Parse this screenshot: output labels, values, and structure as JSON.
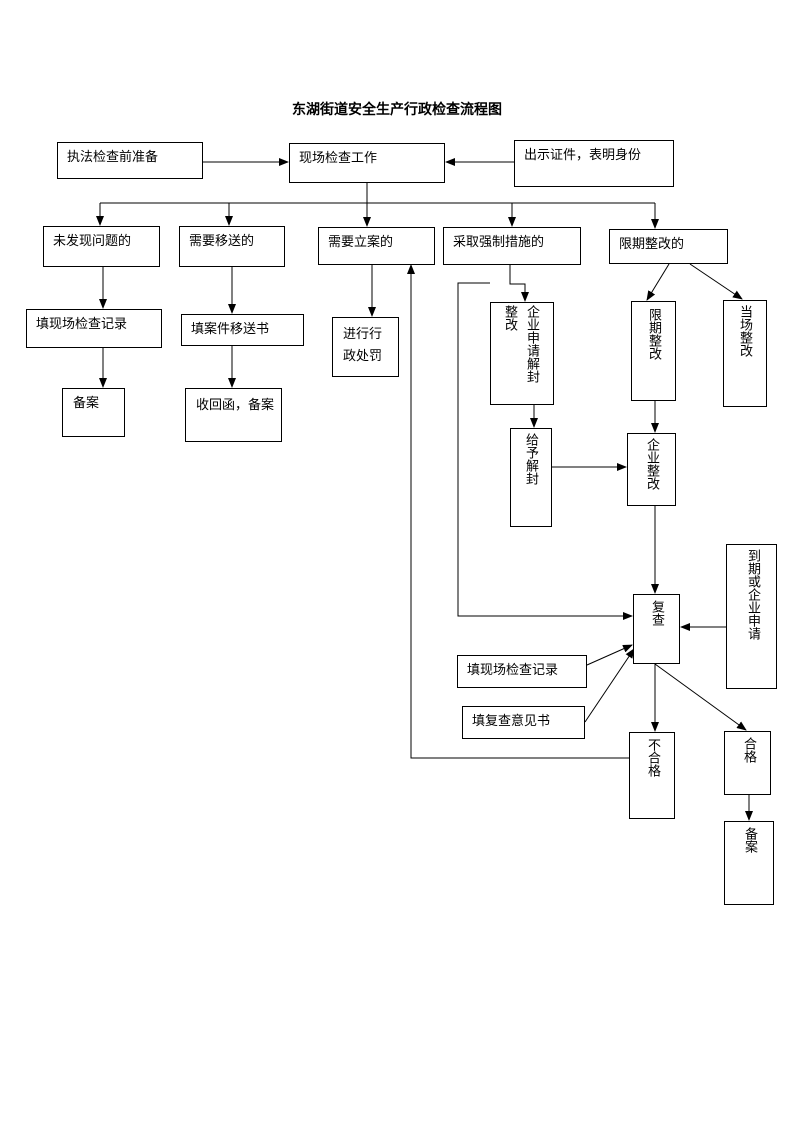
{
  "title": "东湖街道安全生产行政检查流程图",
  "nodes": {
    "prep": "执法检查前准备",
    "onsite": "现场检查工作",
    "id": "出示证件，表明身份",
    "no_issue": "未发现问题的",
    "transfer": "需要移送的",
    "case": "需要立案的",
    "force": "采取强制措施的",
    "deadline": "限期整改的",
    "fill_record1": "填现场检查记录",
    "fill_transfer": "填案件移送书",
    "admin_penalty": "进行行政处罚",
    "rectify_small": "整改",
    "apply_unseal": "企业申请解封",
    "limited_rectify": "限期整改",
    "spot_rectify": "当场整改",
    "file1": "备案",
    "receipt": "收回函，备案",
    "grant_unseal": "给予解封",
    "company_rectify": "企业整改",
    "expire": "到期或企业申请",
    "recheck": "复查",
    "fill_record2": "填现场检查记录",
    "fill_opinion": "填复查意见书",
    "fail": "不合格",
    "pass": "合格",
    "file2": "备案"
  }
}
